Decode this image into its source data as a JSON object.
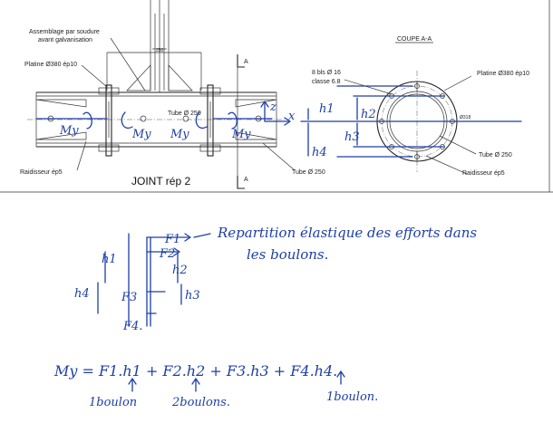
{
  "drawing": {
    "elevation": {
      "note_weld_line1": "Assemblage par soudure",
      "note_weld_line2": "avant galvanisation",
      "plate_label": "Platine Ø380 ép10",
      "tube_label": "Tube Ø 250",
      "stiffener_label": "Raidisseur ép5",
      "tube_callout": "Tube Ø 250",
      "title": "JOINT rép 2",
      "section_mark_top": "A",
      "section_mark_bottom": "A"
    },
    "section": {
      "title": "COUPE A-A",
      "bolts_line1": "8 bls Ø 16",
      "bolts_line2": "classe 6.8",
      "plate_label": "Platine Ø380 ép10",
      "tube_label": "Tube Ø 250",
      "stiffener_label": "Raidisseur ép5",
      "dim_label": "Ø318"
    }
  },
  "annotations": {
    "elevation_moment_1": "My",
    "elevation_moment_2": "My",
    "elevation_moment_3": "My",
    "elevation_moment_4": "My",
    "axis_z": "z",
    "axis_x": "x",
    "section_h1": "h1",
    "section_h2": "h2",
    "section_h3": "h3",
    "section_h4": "h4",
    "sketch_f1": "F1",
    "sketch_f2": "F2",
    "sketch_f3": "F3",
    "sketch_f4": "F4.",
    "sketch_h1": "h1",
    "sketch_h2": "h2",
    "sketch_h3": "h3",
    "sketch_h4": "h4",
    "note_line1": "Repartition élastique des efforts dans",
    "note_line2": "les boulons.",
    "equation": "My = F1.h1 + F2.h2 + F3.h3 + F4.h4.",
    "bolts_1": "1boulon",
    "bolts_2": "2boulons.",
    "bolts_3": "1boulon."
  },
  "colors": {
    "ink": "#1d3fa8",
    "drafting": "#333333",
    "paper": "#ffffff"
  }
}
